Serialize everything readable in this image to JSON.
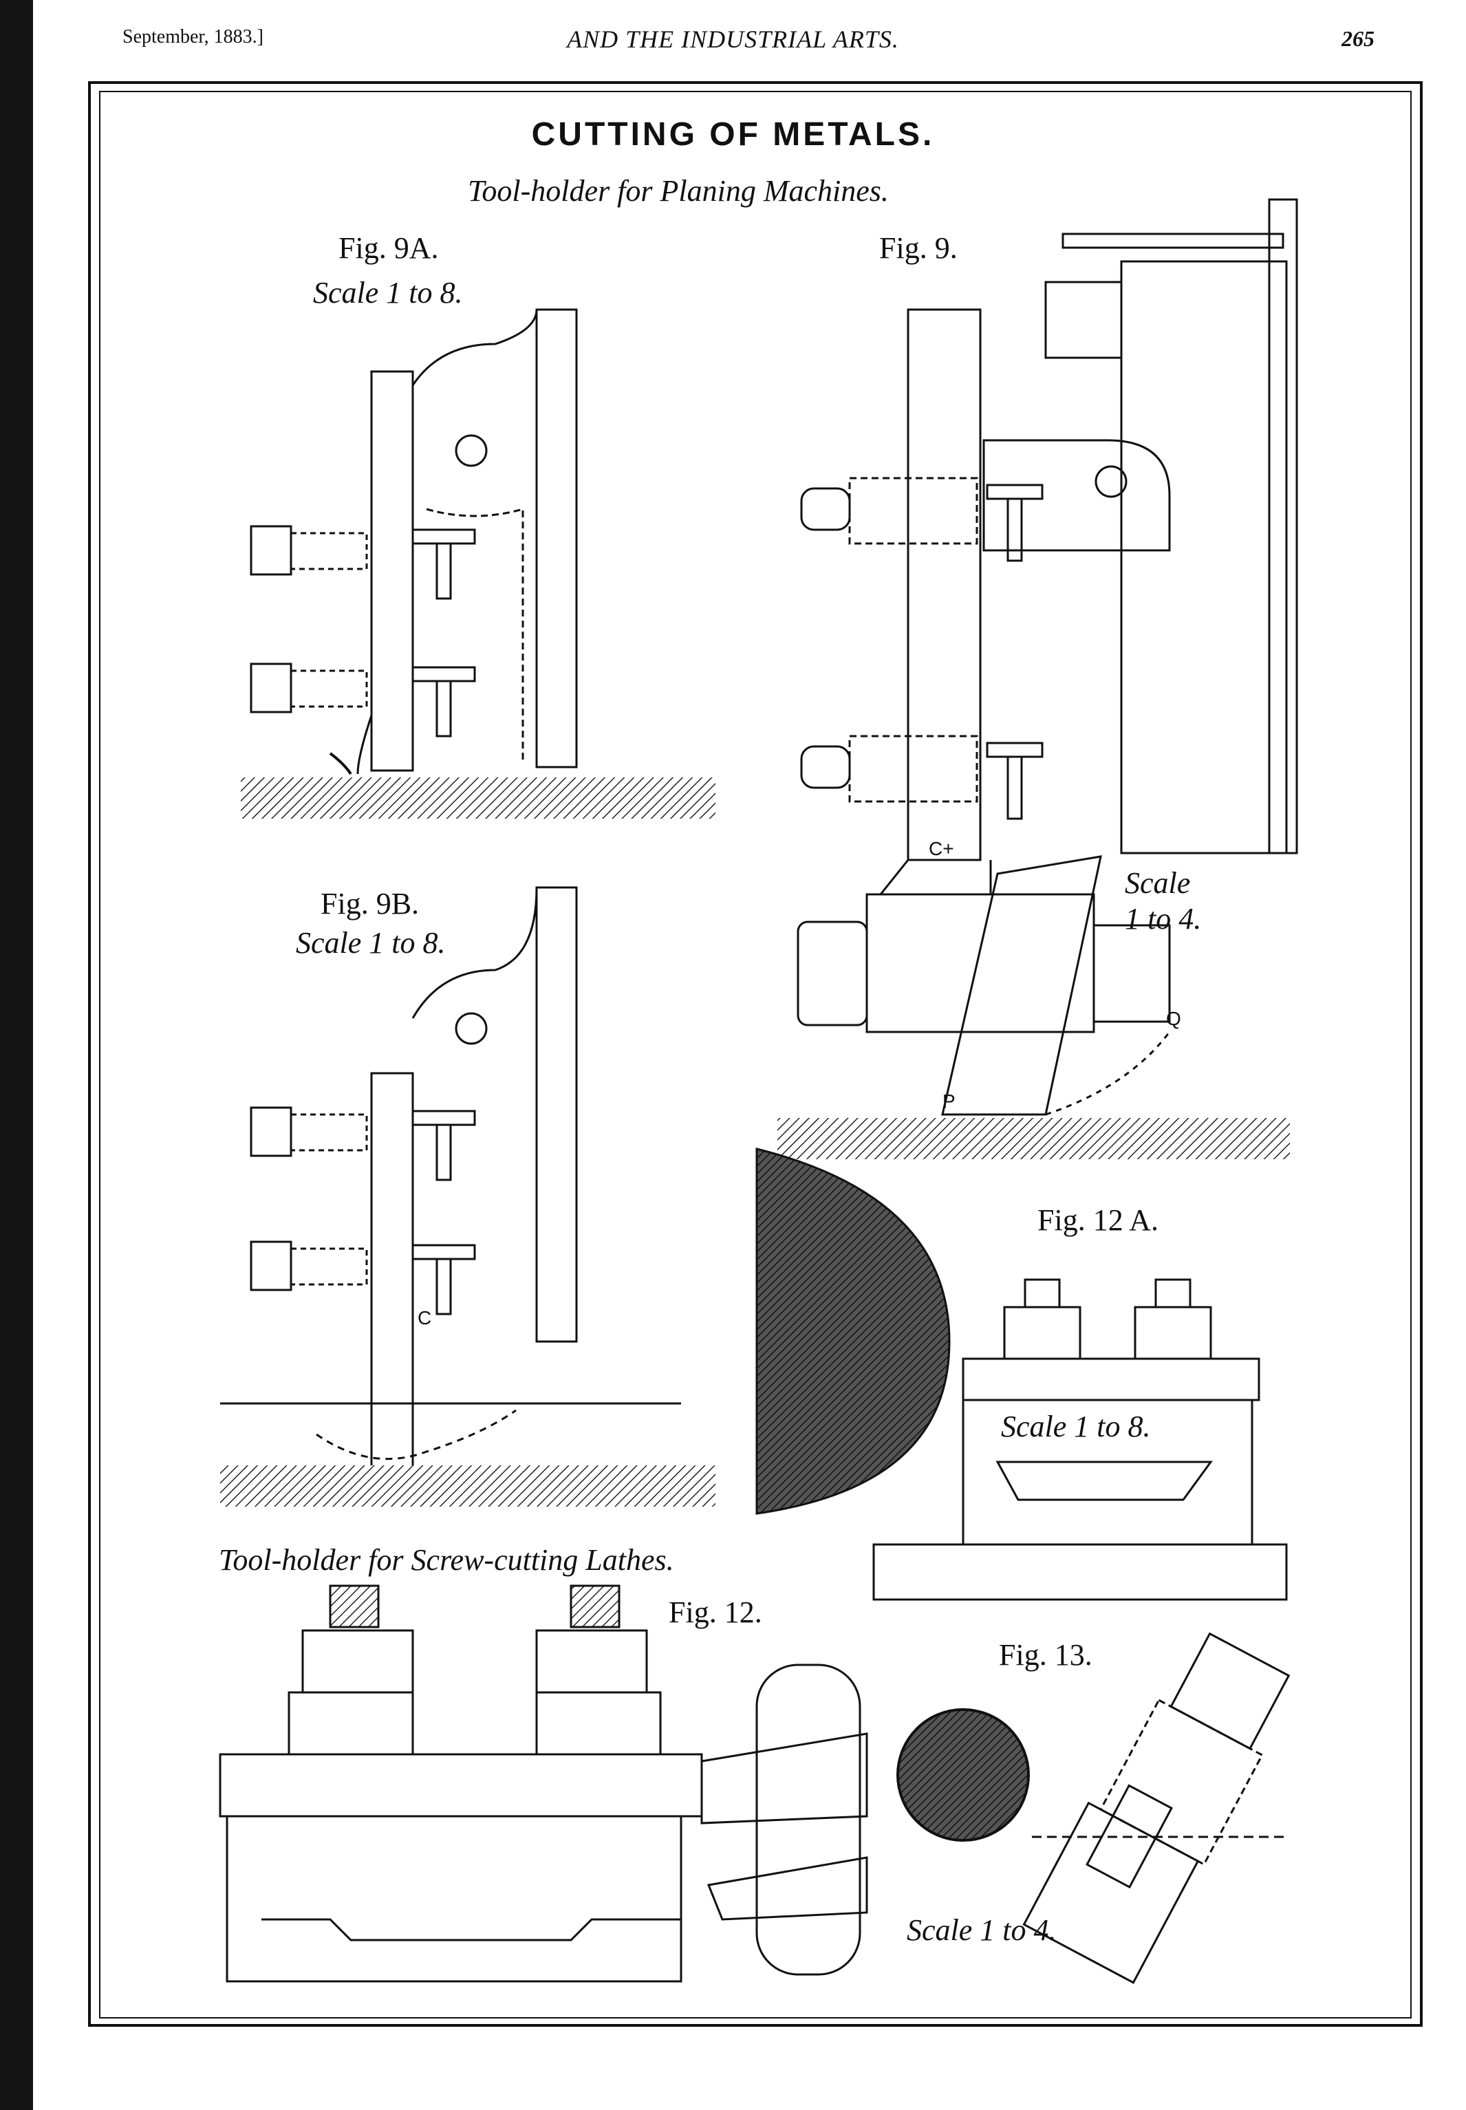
{
  "header": {
    "left": "September, 1883.]",
    "center": "AND THE INDUSTRIAL ARTS.",
    "right": "265"
  },
  "plate": {
    "title": "CUTTING OF METALS.",
    "subtitle_planing": "Tool-holder for Planing Machines.",
    "subtitle_lathes": "Tool-holder for Screw-cutting Lathes."
  },
  "figures": {
    "fig9a": {
      "label": "Fig. 9A.",
      "scale": "Scale 1 to 8."
    },
    "fig9": {
      "label": "Fig. 9.",
      "scale_line1": "Scale",
      "scale_line2": "1 to 4."
    },
    "fig9b": {
      "label": "Fig. 9B.",
      "scale": "Scale 1 to 8."
    },
    "fig12a": {
      "label": "Fig. 12 A.",
      "scale": "Scale 1 to 8."
    },
    "fig12": {
      "label": "Fig. 12."
    },
    "fig13": {
      "label": "Fig. 13."
    },
    "bottom_scale": "Scale 1 to 4."
  },
  "marks": {
    "c_plus": "C+",
    "c": "C",
    "q": "Q",
    "p": "P"
  }
}
